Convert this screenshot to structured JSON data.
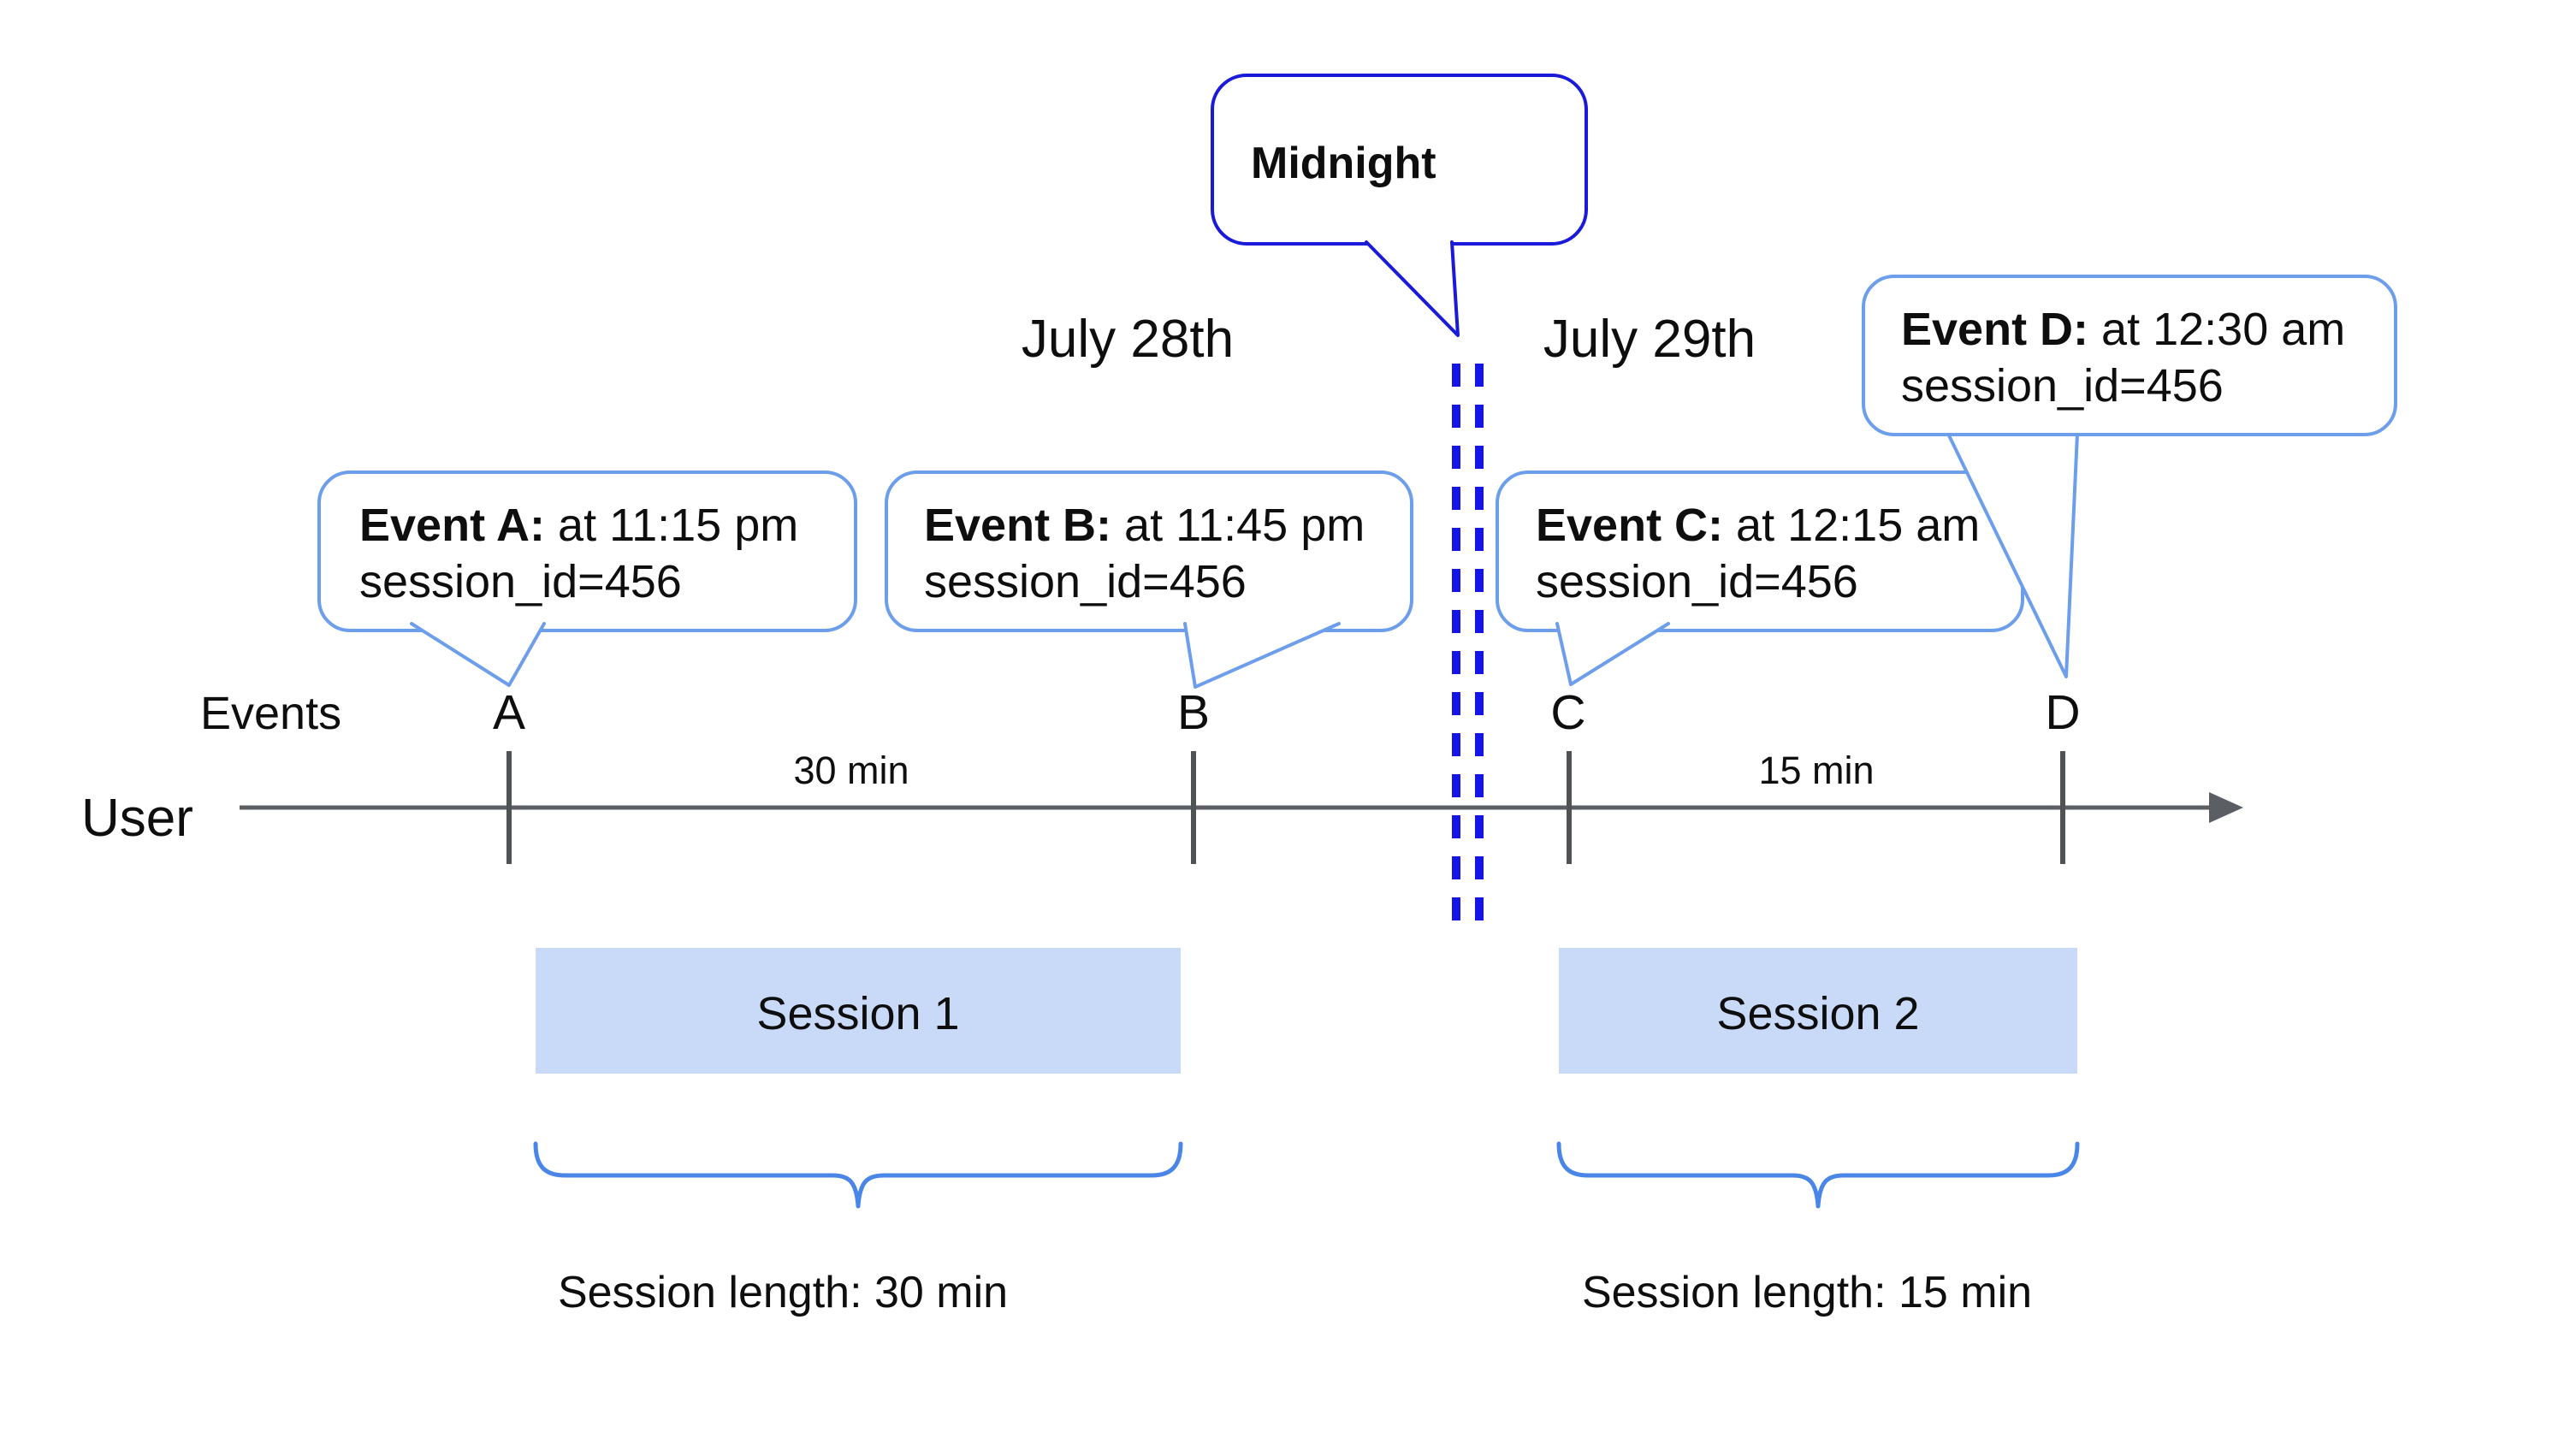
{
  "dates": {
    "left": "July 28th",
    "right": "July 29th"
  },
  "midnight": {
    "label": "Midnight"
  },
  "axis": {
    "events_label": "Events",
    "user_label": "User"
  },
  "events": [
    {
      "letter": "A",
      "bold": "Event A:",
      "rest": " at 11:15 pm",
      "session": "session_id=456"
    },
    {
      "letter": "B",
      "bold": "Event B:",
      "rest": " at 11:45 pm",
      "session": "session_id=456"
    },
    {
      "letter": "C",
      "bold": "Event C:",
      "rest": " at 12:15 am",
      "session": "session_id=456"
    },
    {
      "letter": "D",
      "bold": "Event D:",
      "rest": " at 12:30 am",
      "session": "session_id=456"
    }
  ],
  "intervals": [
    {
      "label": "30 min"
    },
    {
      "label": "15 min"
    }
  ],
  "sessions": [
    {
      "label": "Session 1",
      "length_label": "Session length: 30 min"
    },
    {
      "label": "Session 2",
      "length_label": "Session length: 15 min"
    }
  ],
  "colors": {
    "bubble_border_light_blue": "#6d9eeb",
    "midnight_blue": "#1a1ad9",
    "dashed_divider_blue": "#1515e6",
    "session_box_fill": "#c9daf8",
    "brace_blue": "#4a86e8",
    "axis_gray": "#5b5f63",
    "text": "#0e0e0e"
  }
}
